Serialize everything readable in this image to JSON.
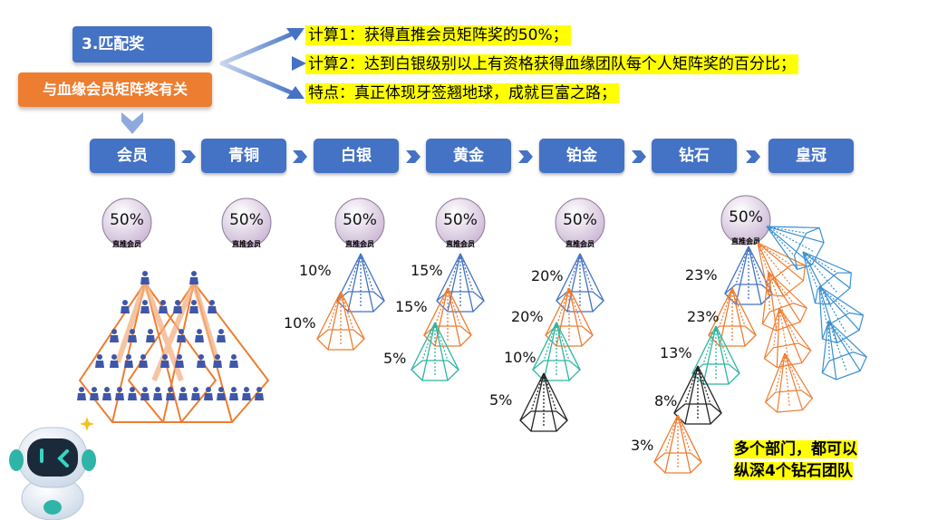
{
  "title": "3.匹配奖",
  "subtitle": "与血缘会员矩阵奖有关",
  "points": [
    "计算1：获得直推会员矩阵奖的50%；",
    "计算2：达到白银级别以上有资格获得血缘团队每个人矩阵奖的百分比；",
    "特点：真正体现牙签翘地球，成就巨富之路；"
  ],
  "levels": [
    "会员",
    "青铜",
    "白银",
    "黄金",
    "铂金",
    "钻石",
    "皇冠"
  ],
  "direct": {
    "pct": "50%",
    "label": "直推会员"
  },
  "tiers": {
    "silver": [
      "10%",
      "10%"
    ],
    "gold": [
      "15%",
      "15%",
      "5%"
    ],
    "platinum": [
      "20%",
      "20%",
      "10%",
      "5%"
    ],
    "diamond": [
      "23%",
      "23%",
      "13%",
      "8%",
      "3%"
    ]
  },
  "note": [
    "多个部门，都可以",
    "纵深4个钻石团队"
  ],
  "colors": {
    "blue": "#4472c4",
    "orange": "#ed7d31",
    "teal": "#2eb5a0",
    "black": "#222222",
    "yellow": "#ffff00",
    "ball": "#e2d5e8"
  }
}
